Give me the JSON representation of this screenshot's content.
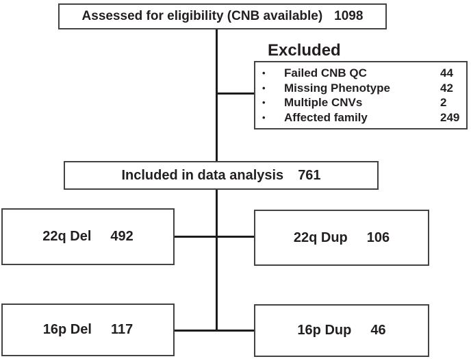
{
  "assessed_box": {
    "label": "Assessed for eligibility (CNB available)",
    "value": "1098"
  },
  "excluded": {
    "title": "Excluded",
    "bullet": "•",
    "items": [
      {
        "label": "Failed CNB QC",
        "value": "44"
      },
      {
        "label": "Missing Phenotype",
        "value": "42"
      },
      {
        "label": "Multiple CNVs",
        "value": "2"
      },
      {
        "label": "Affected family",
        "value": "249"
      }
    ]
  },
  "included_box": {
    "label": "Included in data analysis",
    "value": "761"
  },
  "group_boxes": [
    {
      "label": "22q Del",
      "value": "492"
    },
    {
      "label": "22q Dup",
      "value": "106"
    },
    {
      "label": "16p Del",
      "value": "117"
    },
    {
      "label": "16p Dup",
      "value": "46"
    }
  ],
  "colors": {
    "background": "#ffffff",
    "box_border": "#424242",
    "connector_line": "#1c1c1c",
    "text": "#231f20"
  }
}
